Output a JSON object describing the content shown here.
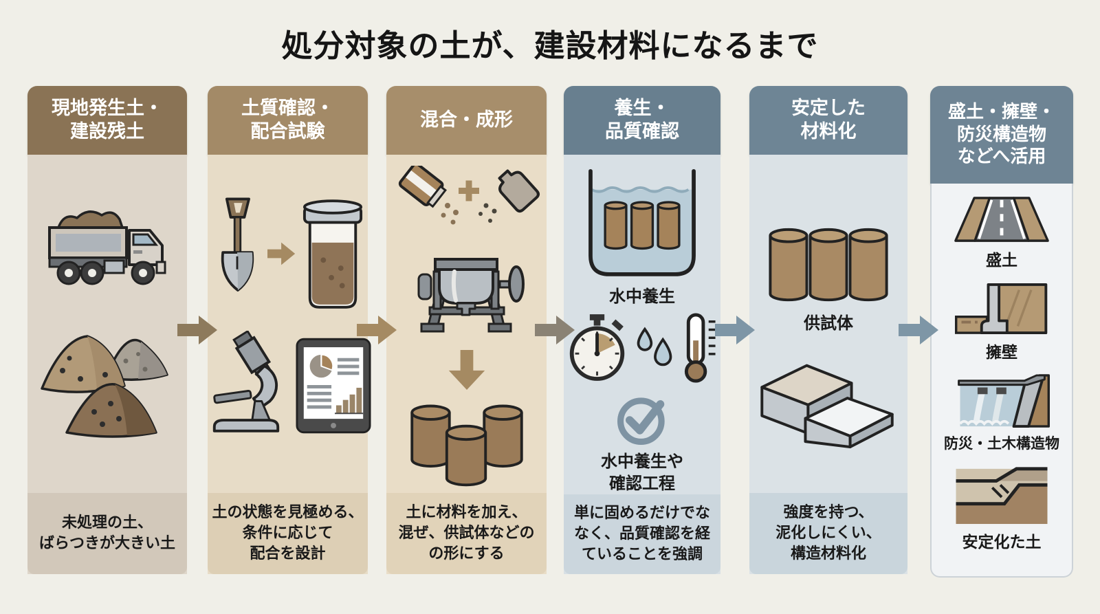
{
  "title": "処分対象の土が、建設材料になるまで",
  "columns": [
    {
      "header": "現地発生土・\n建設残土",
      "caption": "未処理の土、\nばらつきが大きい土",
      "header_color": "#8a7355",
      "body_color": "#ded6ca",
      "icons": [
        "dump-truck-icon",
        "soil-piles-icon"
      ]
    },
    {
      "header": "土質確認・\n配合試験",
      "caption": "土の状態を見極める、\n条件に応じて\n配合を設計",
      "header_color": "#a38a67",
      "body_color": "#e7dcc7",
      "icons": [
        "shovel-icon",
        "arrow-right-small-icon",
        "sample-jar-icon",
        "microscope-icon",
        "tablet-chart-icon"
      ]
    },
    {
      "header": "混合・成形",
      "caption": "土に材料を加え、\n混ぜ、供試体などの\nの形にする",
      "header_color": "#a78e6b",
      "body_color": "#e9ddc7",
      "icons": [
        "additive-jar-icon",
        "plus-icon",
        "additive-bottle-icon",
        "mixer-icon",
        "arrow-down-icon",
        "molded-cylinders-icon"
      ]
    },
    {
      "header": "養生・\n品質確認",
      "caption": "単に固めるだけでな\nなく、品質確認を経\nていることを強調",
      "labels": {
        "tank": "水中養生",
        "check": "水中養生や\n確認工程"
      },
      "header_color": "#687f8f",
      "body_color": "#d8e0e5",
      "icons": [
        "water-curing-tank-icon",
        "stopwatch-icon",
        "droplets-icon",
        "thermometer-icon",
        "check-circle-icon"
      ]
    },
    {
      "header": "安定した\n材料化",
      "caption": "強度を持つ、\n泥化しにくい、\n構造材料化",
      "labels": {
        "cylinders": "供試体"
      },
      "header_color": "#6e8595",
      "body_color": "#dbe2e6",
      "icons": [
        "specimen-cylinders-icon",
        "blocks-icon"
      ]
    },
    {
      "header": "盛土・擁壁・\n防災構造物\nなどへ活用",
      "header_color": "#6e8494",
      "body_color": "#f1f3f5",
      "items": [
        {
          "label": "盛土",
          "icon": "road-embankment-icon"
        },
        {
          "label": "擁壁",
          "icon": "retaining-wall-icon"
        },
        {
          "label": "防災・土木構造物",
          "icon": "dam-icon"
        },
        {
          "label": "安定化た土",
          "icon": "stabilized-soil-icon"
        }
      ]
    }
  ],
  "flow_arrows": [
    {
      "between": "1-2",
      "color": "#8d7a5c"
    },
    {
      "between": "2-3",
      "color": "#a58a62"
    },
    {
      "between": "3-4",
      "color": "#8a8274"
    },
    {
      "between": "4-5",
      "color": "#7e96a6"
    },
    {
      "between": "5-6",
      "color": "#7e96a6"
    }
  ],
  "palette": {
    "page_background": "#f0efe8",
    "soil_brown": "#8a7356",
    "tan": "#a5835a",
    "water_blue": "#b9cdd8",
    "steel_gray": "#9aa0a5",
    "check_blue": "#7e93a3",
    "title_color": "#151515"
  }
}
